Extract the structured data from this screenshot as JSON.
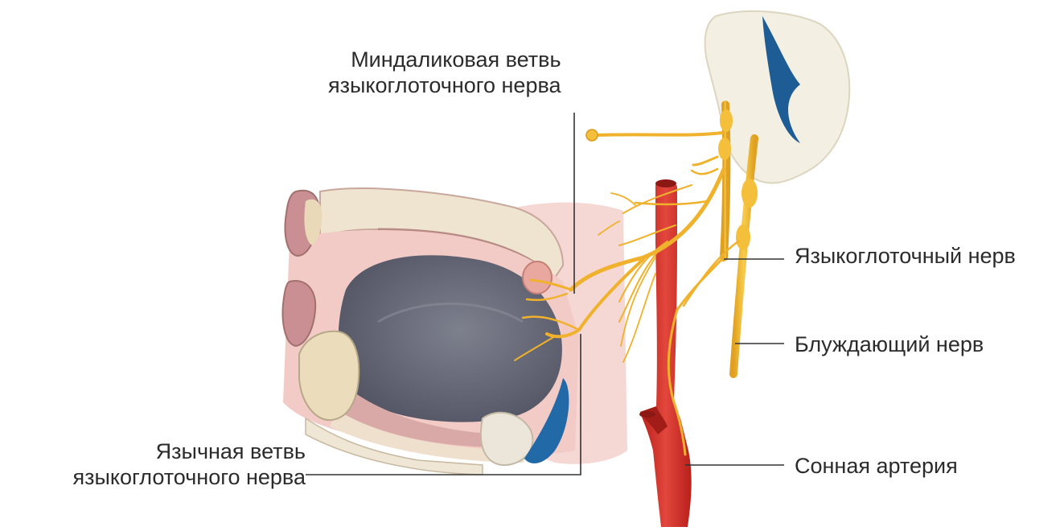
{
  "labels": {
    "tonsil_branch": {
      "line1": "Миндаликовая ветвь",
      "line2": "языкоглоточного нерва"
    },
    "glossopharyngeal_nerve": "Языкоглоточный нерв",
    "vagus_nerve": "Блуждающий нерв",
    "lingual_branch": {
      "line1": "Язычная ветвь",
      "line2": "языкоглоточного нерва"
    },
    "carotid_artery": "Сонная артерия"
  },
  "colors": {
    "nerve": "#f2b830",
    "artery": "#d9332a",
    "tongue": "#6f7280",
    "mucosa": "#f0c4c0",
    "bone": "#efe8d2",
    "brainstem": "#f1ecdc",
    "ventricle": "#1e5c96"
  }
}
